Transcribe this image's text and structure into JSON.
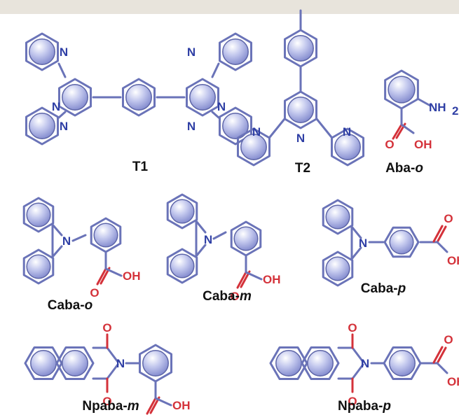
{
  "labels": {
    "t1": "T1",
    "t2": "T2",
    "aba": {
      "name": "Aba-",
      "iso": "o"
    },
    "caba_o": {
      "name": "Caba-",
      "iso": "o"
    },
    "caba_m": {
      "name": "Caba-",
      "iso": "m"
    },
    "caba_p": {
      "name": "Caba-",
      "iso": "p"
    },
    "npaba_m": {
      "name": "Npaba-",
      "iso": "m"
    },
    "npaba_p": {
      "name": "Npaba-",
      "iso": "p"
    }
  },
  "atoms": {
    "n": "N",
    "nh2": "NH",
    "nh2_sub": "2",
    "o": "O",
    "oh": "OH"
  },
  "colors": {
    "bond": "#6a73b8",
    "atom_n": "#2f3fa5",
    "atom_o": "#d4323a",
    "ring_fill": "#8f97d8",
    "top_bar": "#e8e4dc"
  }
}
